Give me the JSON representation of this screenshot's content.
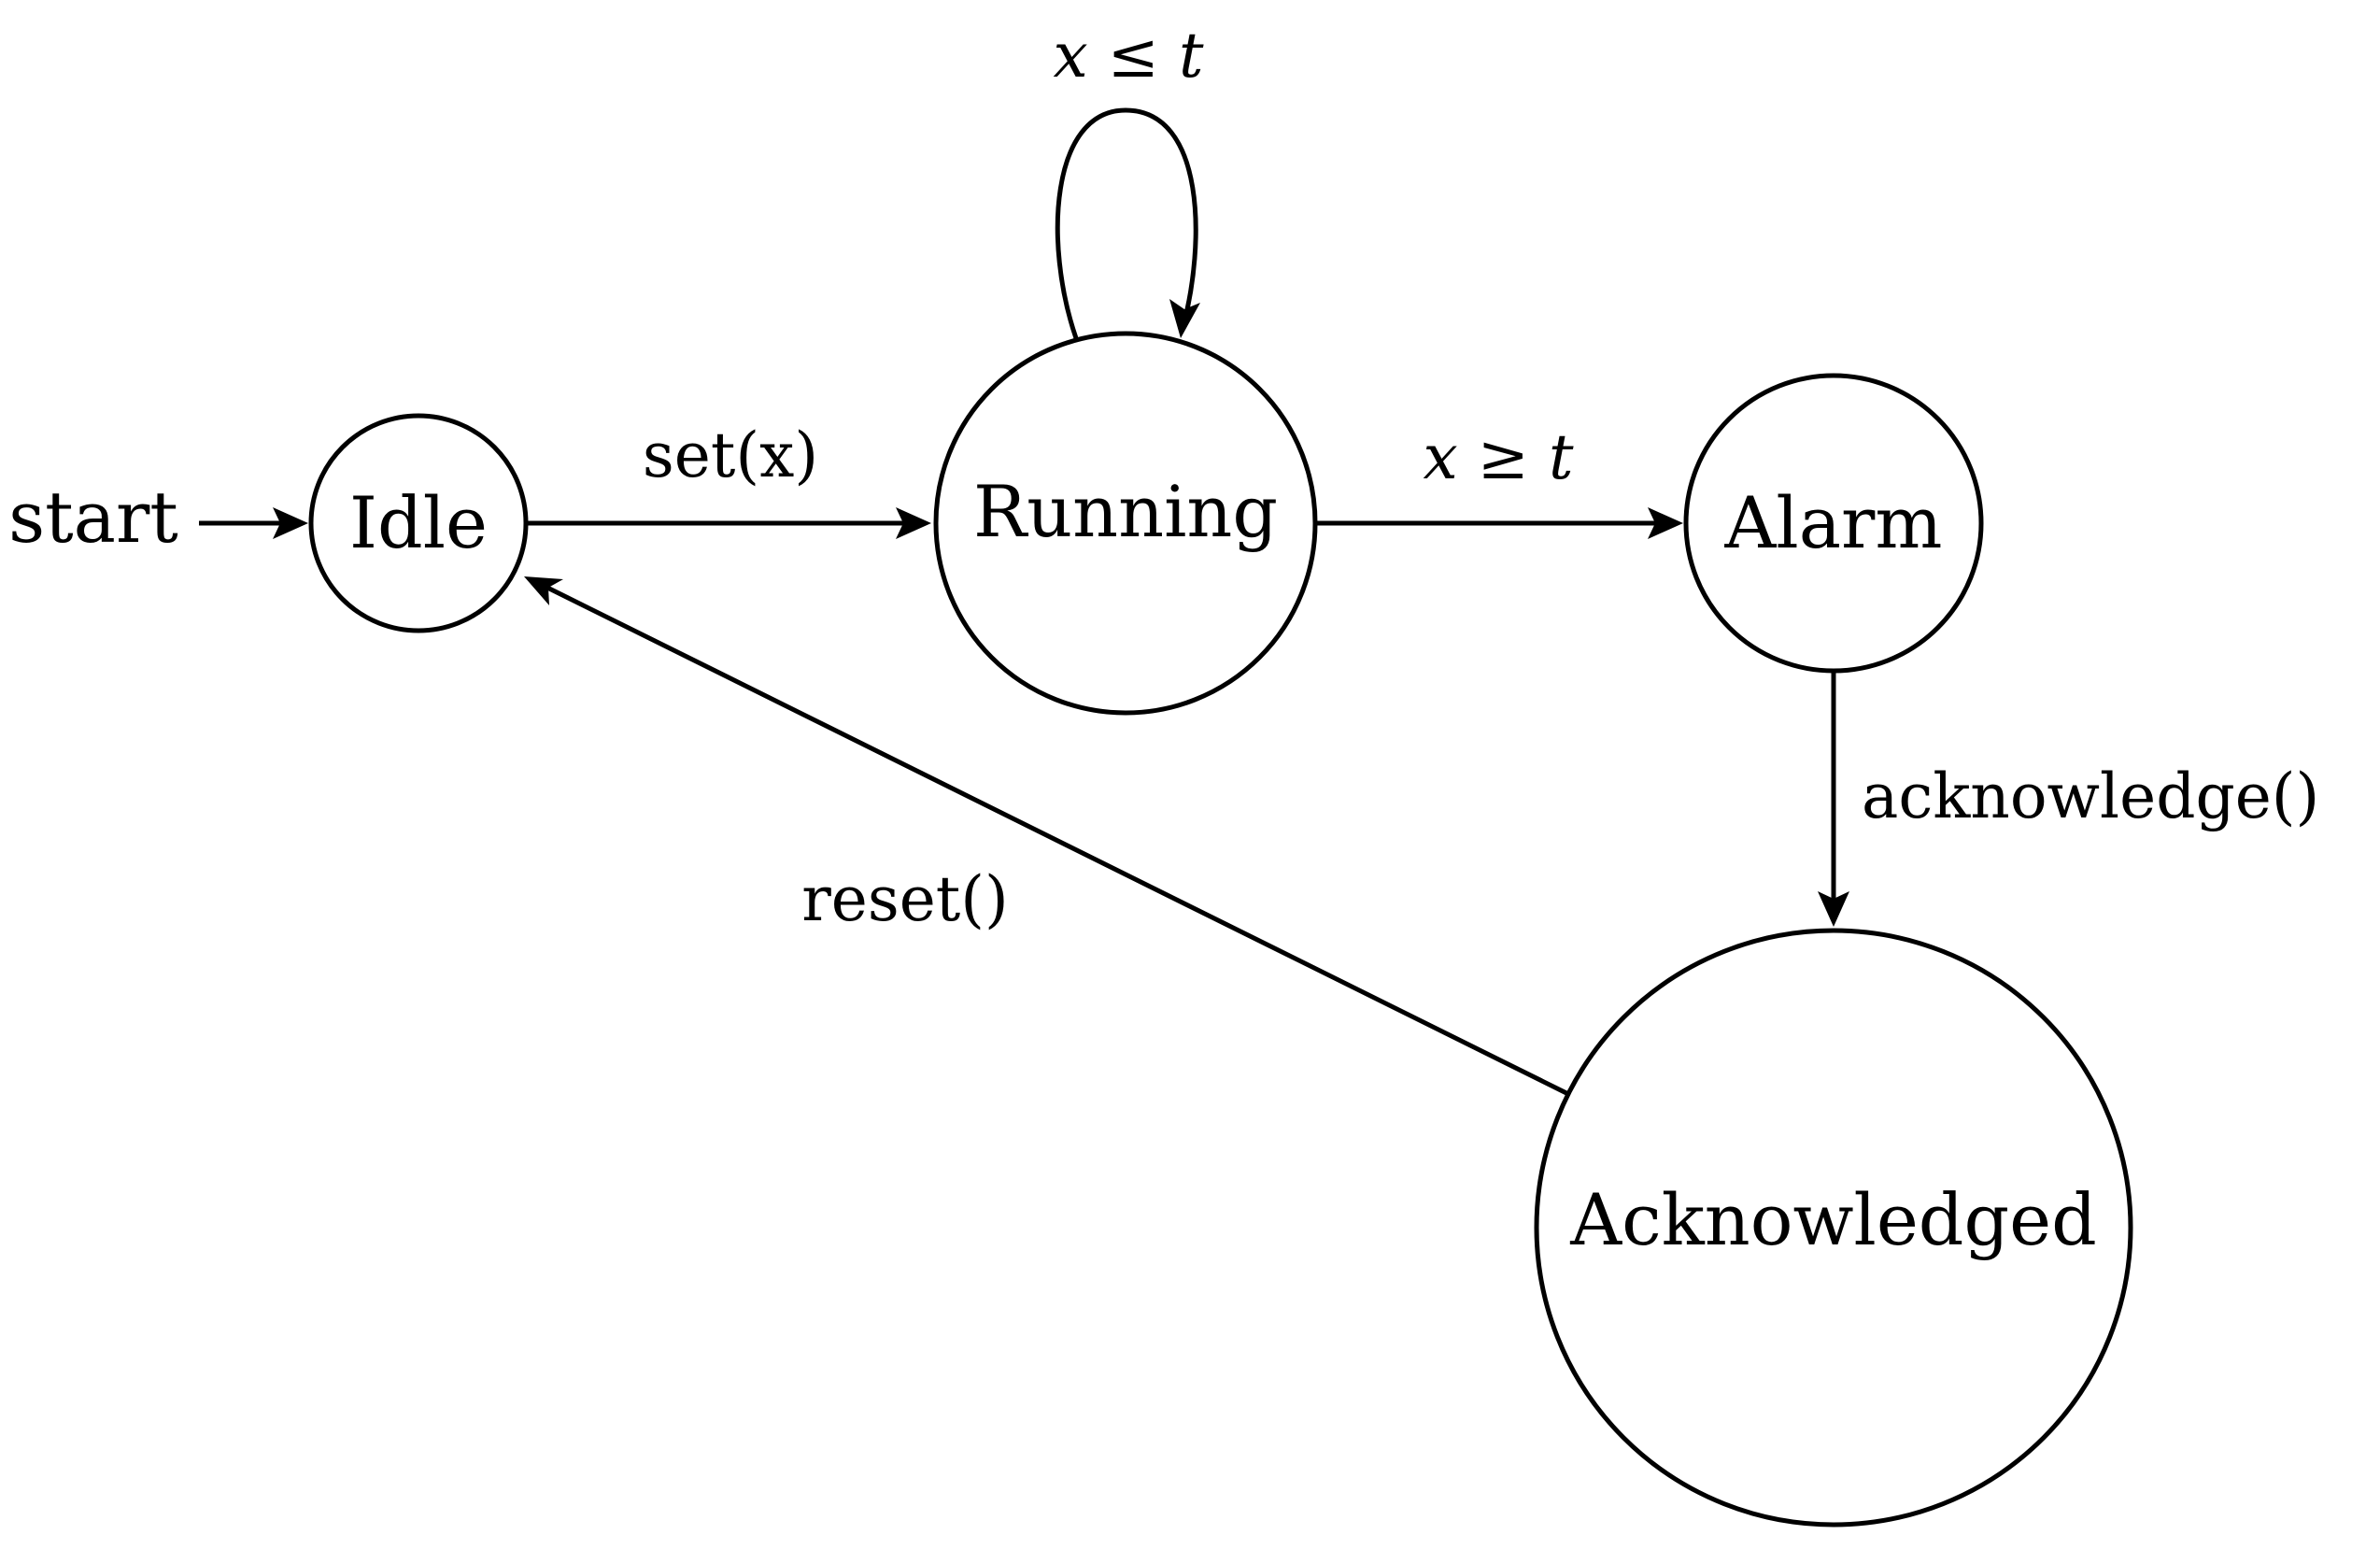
{
  "diagram": {
    "type": "state-machine",
    "states": {
      "idle": "Idle",
      "running": "Running",
      "alarm": "Alarm",
      "acknowledged": "Acknowledged"
    },
    "initial_marker": "start",
    "transitions": {
      "idle_to_running": "set(x)",
      "running_self_loop": "x ≤ t",
      "running_to_alarm": "x ≥ t",
      "alarm_to_acknowledged": "acknowledge()",
      "acknowledged_to_idle": "reset()"
    }
  }
}
